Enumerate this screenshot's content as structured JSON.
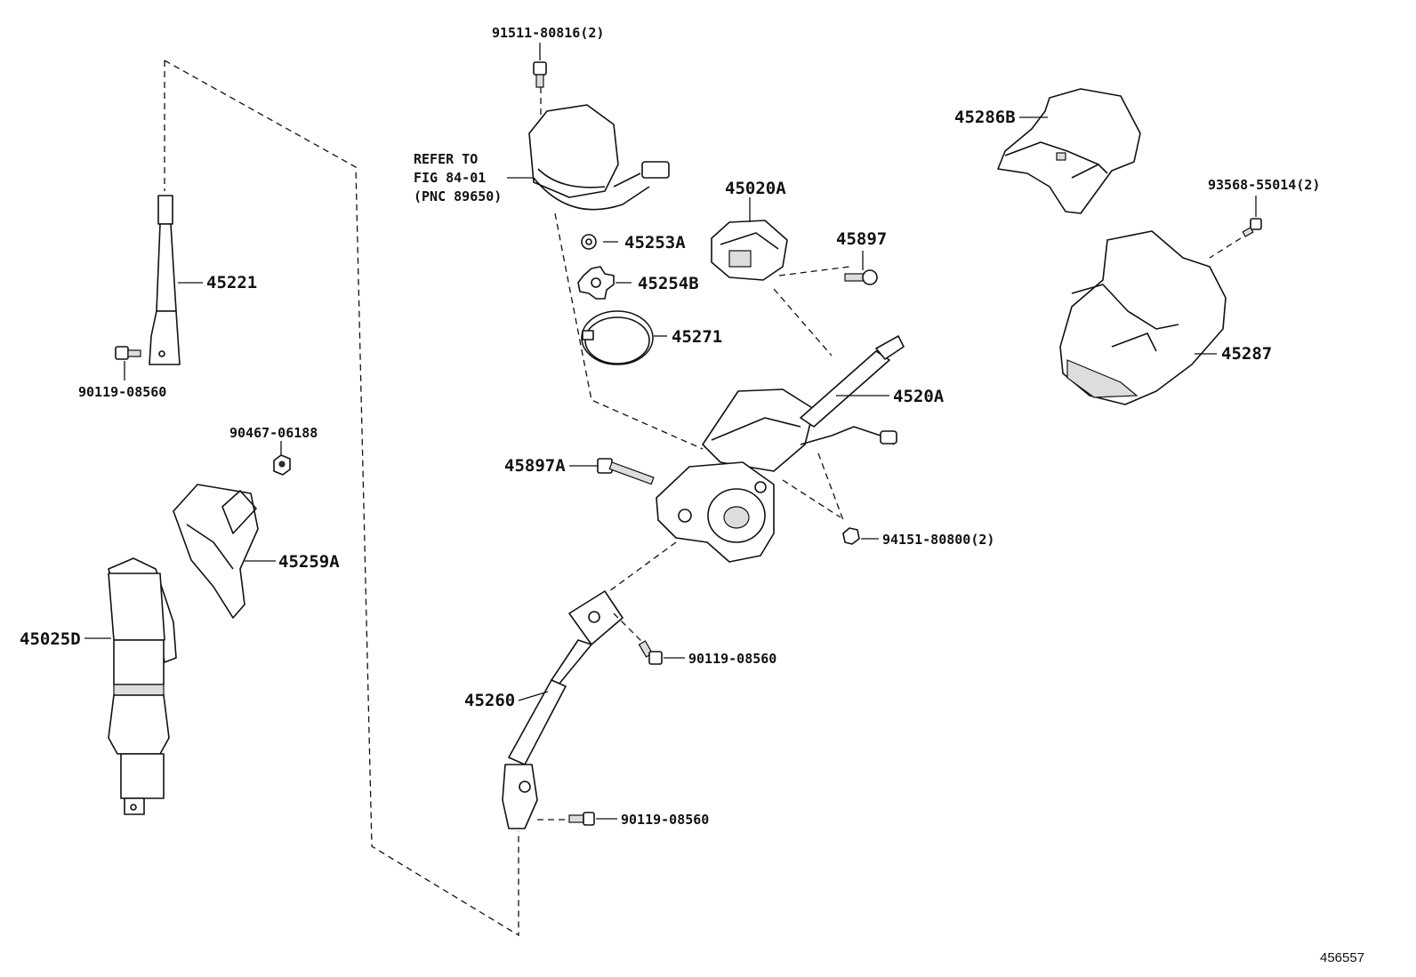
{
  "diagram_id": "456557",
  "reference_note": {
    "line1": "REFER TO",
    "line2": "FIG 84-01",
    "line3": "(PNC 89650)"
  },
  "parts": {
    "p91511": "91511-80816(2)",
    "p45221": "45221",
    "p90119_a": "90119-08560",
    "p90467": "90467-06188",
    "p45259A": "45259A",
    "p45025D": "45025D",
    "p45253A": "45253A",
    "p45254B": "45254B",
    "p45271": "45271",
    "p45020A": "45020A",
    "p45897": "45897",
    "p4520A": "4520A",
    "p45897A": "45897A",
    "p94151": "94151-80800(2)",
    "p90119_b": "90119-08560",
    "p45260": "45260",
    "p90119_c": "90119-08560",
    "p45286B": "45286B",
    "p93568": "93568-55014(2)",
    "p45287": "45287"
  }
}
